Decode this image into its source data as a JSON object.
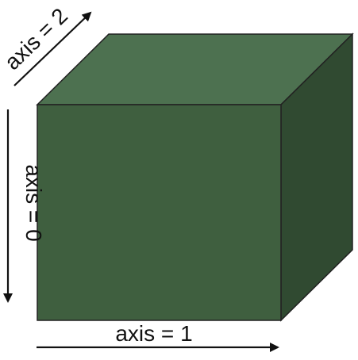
{
  "diagram": {
    "labels": {
      "axis0": "axis = 0",
      "axis1": "axis = 1",
      "axis2": "axis = 2"
    },
    "colors": {
      "front_face": "#3f5f3f",
      "top_face": "#4d7150",
      "side_face": "#304a31",
      "edge": "#222222",
      "arrow": "#111111"
    },
    "icons": {
      "arrowhead": "arrowhead-icon"
    }
  }
}
